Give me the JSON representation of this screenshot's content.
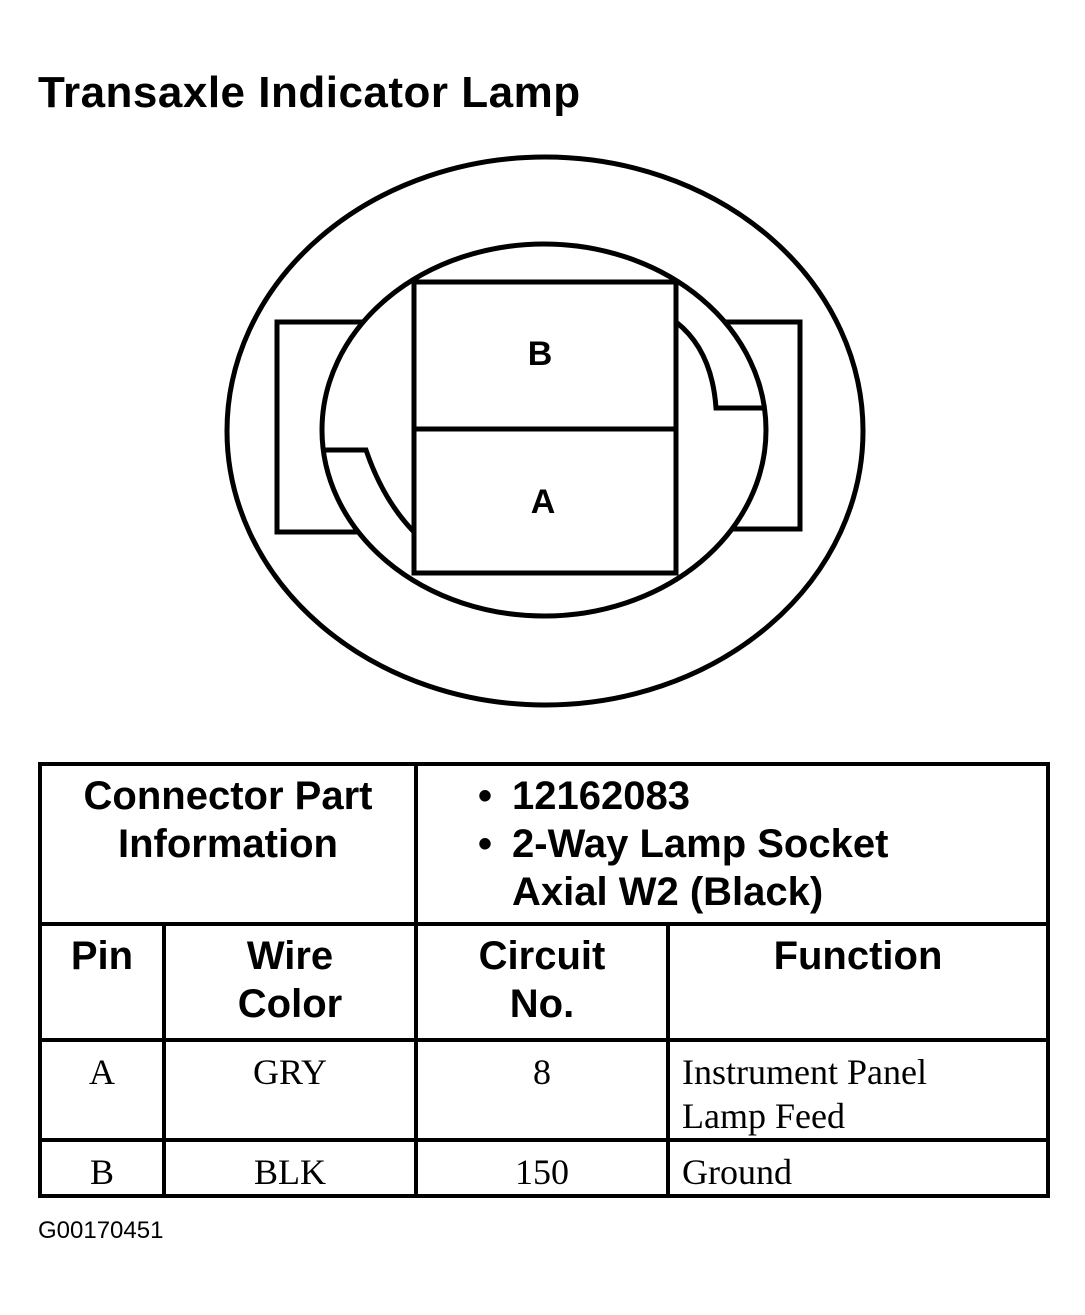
{
  "title": "Transaxle Indicator Lamp",
  "connector": {
    "pin_upper": "B",
    "pin_lower": "A"
  },
  "table": {
    "connector_part_label_line1": "Connector Part",
    "connector_part_label_line2": "Information",
    "part_number": "12162083",
    "description_line1": "2-Way Lamp Socket",
    "description_line2": "Axial W2 (Black)",
    "bullet": "•",
    "headers": {
      "pin": "Pin",
      "wire_color_line1": "Wire",
      "wire_color_line2": "Color",
      "circuit_line1": "Circuit",
      "circuit_line2": "No.",
      "function": "Function"
    },
    "rows": [
      {
        "pin": "A",
        "wire_color": "GRY",
        "circuit": "8",
        "function_line1": "Instrument Panel",
        "function_line2": "Lamp Feed"
      },
      {
        "pin": "B",
        "wire_color": "BLK",
        "circuit": "150",
        "function_line1": "Ground",
        "function_line2": ""
      }
    ]
  },
  "figure_code": "G00170451"
}
